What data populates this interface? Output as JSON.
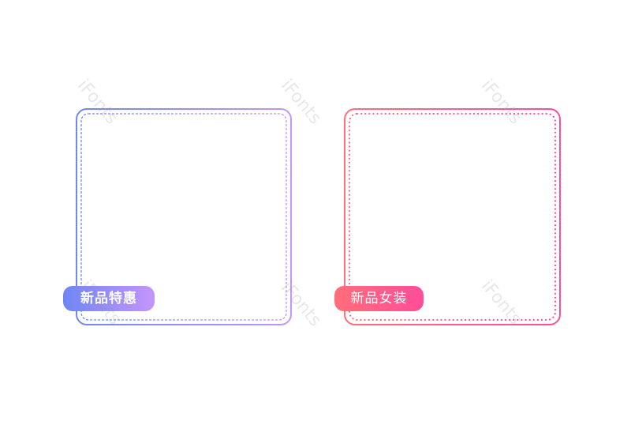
{
  "frames": [
    {
      "label": "新品特惠",
      "gradient_start": "#6f86f4",
      "gradient_end": "#c495fb"
    },
    {
      "label": "新品女装",
      "gradient_start": "#ff6e7a",
      "gradient_end": "#ff4d9a"
    }
  ],
  "watermark_text": "iFonts"
}
